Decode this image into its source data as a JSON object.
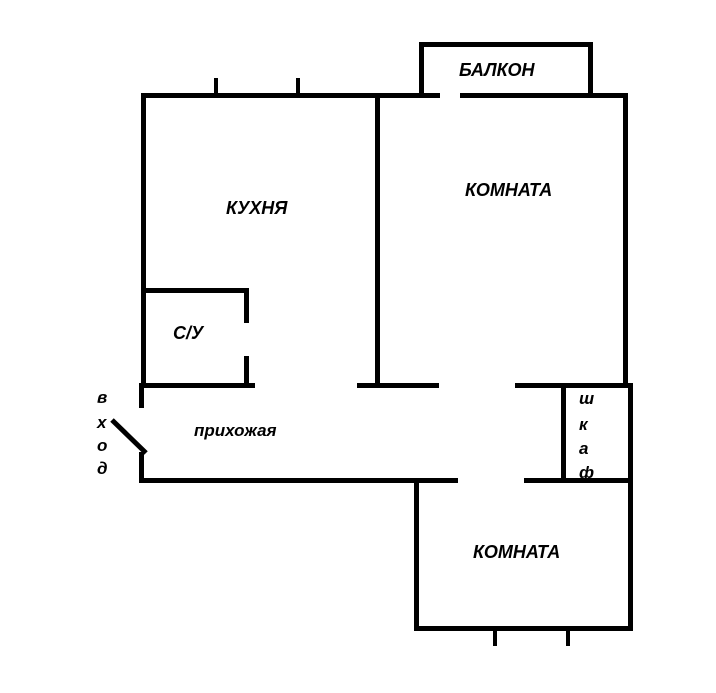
{
  "rooms": {
    "balcony": "БАЛКОН",
    "room_top": "КОМНАТА",
    "kitchen": "КУХНЯ",
    "bathroom": "С/У",
    "hallway": "прихожая",
    "room_bottom": "КОМНАТА"
  },
  "entrance": {
    "letters": [
      "в",
      "х",
      "о",
      "д"
    ]
  },
  "closet": {
    "letters": [
      "ш",
      "к",
      "а",
      "ф"
    ]
  },
  "colors": {
    "walls": "#000000",
    "background": "#ffffff"
  }
}
